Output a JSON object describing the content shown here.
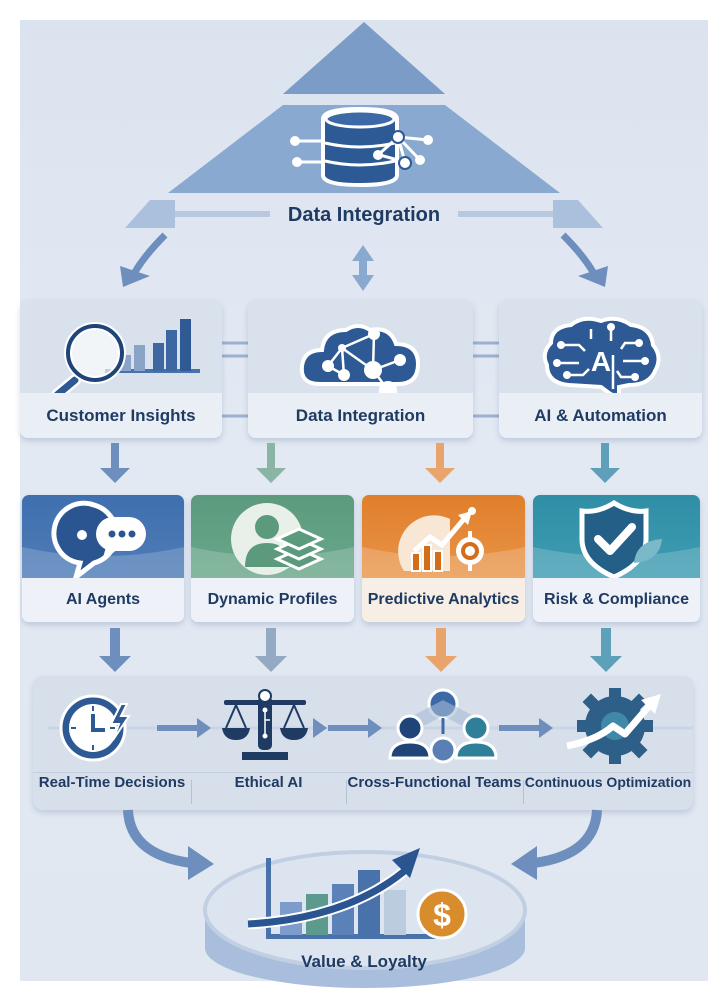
{
  "diagram": {
    "top": {
      "title": "Data Integration",
      "icon": "database-network-icon"
    },
    "tier1": [
      {
        "label": "Customer Insights",
        "icon": "magnifier-chart-icon"
      },
      {
        "label": "Data Integration",
        "icon": "cloud-network-icon"
      },
      {
        "label": "AI & Automation",
        "icon": "ai-brain-icon"
      }
    ],
    "tier2": [
      {
        "label": "AI Agents",
        "icon": "chat-bubbles-icon",
        "color": "#3f6fae"
      },
      {
        "label": "Dynamic Profiles",
        "icon": "profile-layers-icon",
        "color": "#5b9a7d"
      },
      {
        "label": "Predictive Analytics",
        "icon": "growth-target-icon",
        "color": "#e07f2c"
      },
      {
        "label": "Risk & Compliance",
        "icon": "shield-check-icon",
        "color": "#2f8ea5"
      }
    ],
    "tier3": [
      {
        "label": "Real-Time Decisions",
        "icon": "clock-lightning-icon"
      },
      {
        "label": "Ethical AI",
        "icon": "scales-circuit-icon"
      },
      {
        "label": "Cross-Functional Teams",
        "icon": "team-network-icon"
      },
      {
        "label": "Continuous Optimization",
        "icon": "gear-trend-icon"
      }
    ],
    "outcome": {
      "label": "Value & Loyalty",
      "icon": "growth-chart-dollar-icon",
      "currency_symbol": "$"
    },
    "colors": {
      "primary": "#2f5f9e",
      "navy": "#1f3b63",
      "green": "#5b9a7d",
      "orange": "#e07f2c",
      "teal": "#2f8ea5",
      "gold": "#d88c2b"
    }
  }
}
